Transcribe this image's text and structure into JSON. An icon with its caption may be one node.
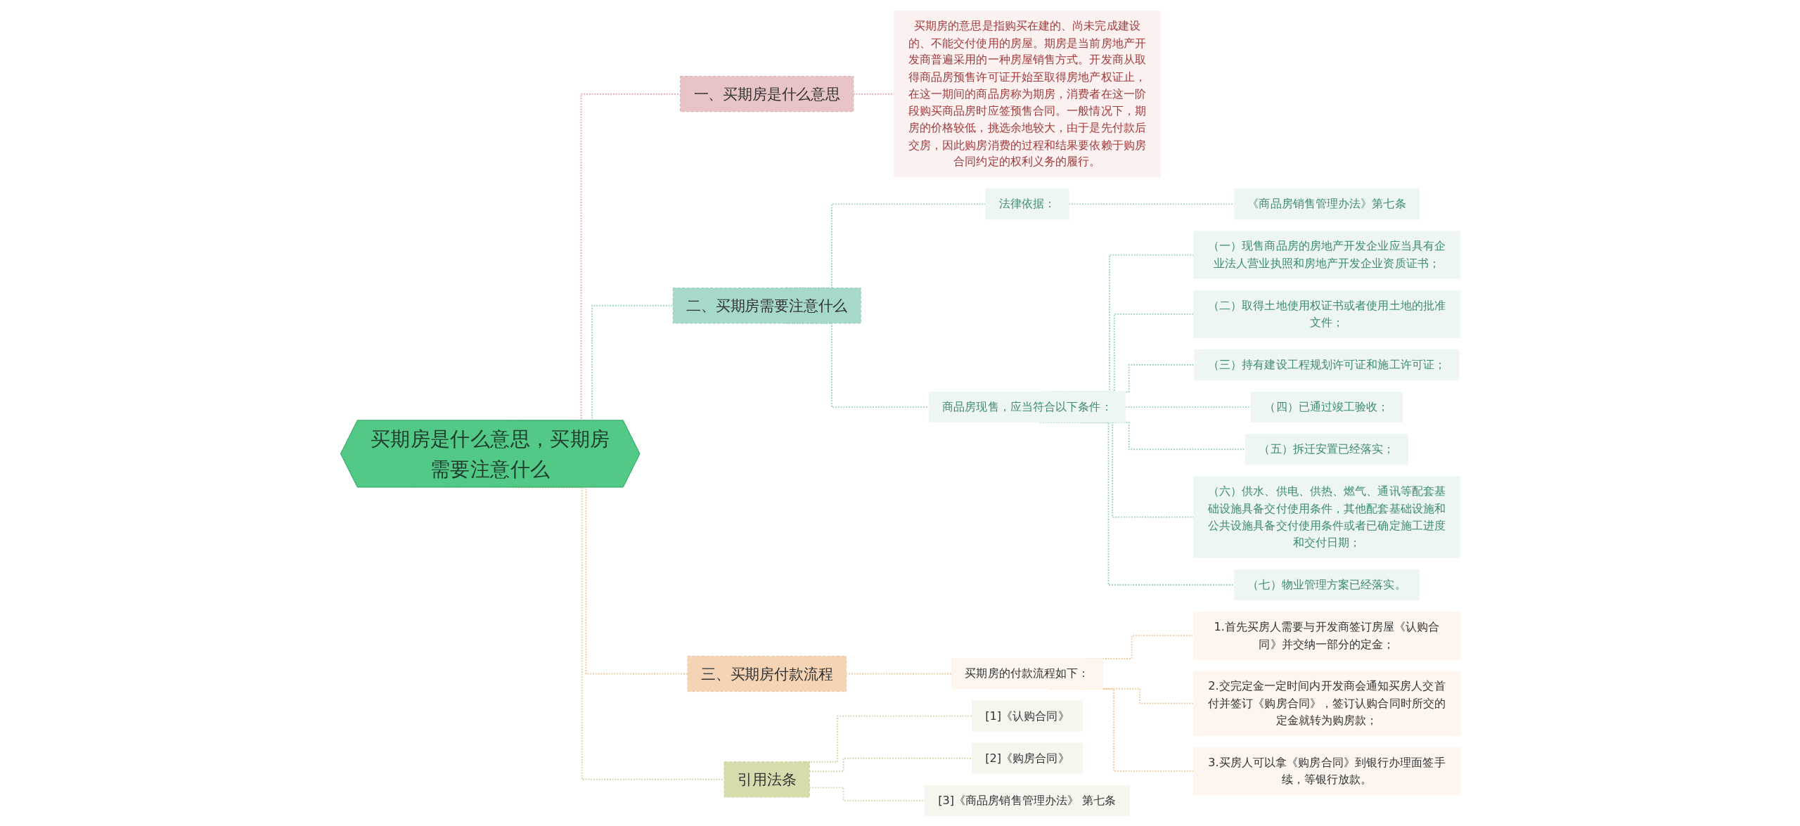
{
  "diagram": {
    "nodes": [
      {
        "text": [
          "买期房是什么意思，买期房需要注意什么"
        ]
      },
      {
        "text": [
          "一、买期房是什么意思"
        ]
      },
      {
        "text": [
          "买期房的意思是指购买在建的、尚未完成建设的、不能交付使用的房屋。期房是当前房地产开发商普遍采用的一种房屋销售方式。开发商从取得商品房预售许可证开始至取得房地产权证止，在这一期间的商品房称为期房，消费者在这一阶段购买商品房时应签预售合同。一般情况下，期房的价格较低，挑选余地较大，由于是先付款后交房，因此购房消费的过程和结果要依赖于购房合同约定的权利义务的履行。"
        ]
      },
      {
        "text": [
          "二、买期房需要注意什么"
        ]
      },
      {
        "text": [
          "法律依据："
        ]
      },
      {
        "text": [
          "《商品房销售管理办法》第七条"
        ]
      },
      {
        "text": [
          "商品房现售，应当符合以下条件："
        ]
      },
      {
        "text": [
          "（一）现售商品房的房地产开发企业应当具有企业法人营业执照和房地产开发企业资质证书；"
        ]
      },
      {
        "text": [
          "（二）取得土地使用权证书或者使用土地的批准文件；"
        ]
      },
      {
        "text": [
          "（三）持有建设工程规划许可证和施工许可证；"
        ]
      },
      {
        "text": [
          "（四）已通过竣工验收；"
        ]
      },
      {
        "text": [
          "（五）拆迁安置已经落实；"
        ]
      },
      {
        "text": [
          "（六）供水、供电、供热、燃气、通讯等配套基础设施具备交付使用条件，其他配套基础设施和公共设施具备交付使用条件或者已确定施工进度和交付日期；"
        ]
      },
      {
        "text": [
          "（七）物业管理方案已经落实。"
        ]
      },
      {
        "text": [
          "三、买期房付款流程"
        ]
      },
      {
        "text": [
          "买期房的付款流程如下："
        ]
      },
      {
        "text": [
          "1.首先买房人需要与开发商签订房屋《认购合同》并交纳一部分的定金；"
        ]
      },
      {
        "text": [
          "2.交完定金一定时间内开发商会通知买房人交首付并签订《购房合同》，签订认购合同时所交的定金就转为购房款；"
        ]
      },
      {
        "text": [
          "3.买房人可以拿《购房合同》到银行办理面签手续，等银行放款。"
        ]
      },
      {
        "text": [
          "引用法条"
        ]
      },
      {
        "text": [
          "[1]《认购合同》"
        ]
      },
      {
        "text": [
          "[2]《购房合同》"
        ]
      },
      {
        "text": [
          "[3]《商品房销售管理办法》 第七条"
        ]
      }
    ],
    "edges": [
      {
        "from": 0,
        "to": 1,
        "arrow": "none",
        "style": "dashed",
        "color": "#e3a9b0"
      },
      {
        "from": 1,
        "to": 2,
        "arrow": "none",
        "style": "dashed",
        "color": "#e3a9b0"
      },
      {
        "from": 0,
        "to": 3,
        "arrow": "none",
        "style": "dashed",
        "color": "#9ccfc4"
      },
      {
        "from": 3,
        "to": 4,
        "arrow": "none",
        "style": "dashed",
        "color": "#9ccfc4"
      },
      {
        "from": 4,
        "to": 5,
        "arrow": "none",
        "style": "dashed",
        "color": "#9ccfc4"
      },
      {
        "from": 3,
        "to": 6,
        "arrow": "none",
        "style": "dashed",
        "color": "#9ccfc4"
      },
      {
        "from": 6,
        "to": 7,
        "arrow": "none",
        "style": "dashed",
        "color": "#9ccfc4"
      },
      {
        "from": 6,
        "to": 8,
        "arrow": "none",
        "style": "dashed",
        "color": "#9ccfc4"
      },
      {
        "from": 6,
        "to": 9,
        "arrow": "none",
        "style": "dashed",
        "color": "#9ccfc4"
      },
      {
        "from": 6,
        "to": 10,
        "arrow": "none",
        "style": "dashed",
        "color": "#9ccfc4"
      },
      {
        "from": 6,
        "to": 11,
        "arrow": "none",
        "style": "dashed",
        "color": "#9ccfc4"
      },
      {
        "from": 6,
        "to": 12,
        "arrow": "none",
        "style": "dashed",
        "color": "#9ccfc4"
      },
      {
        "from": 6,
        "to": 13,
        "arrow": "none",
        "style": "dashed",
        "color": "#9ccfc4"
      },
      {
        "from": 0,
        "to": 14,
        "arrow": "none",
        "style": "dashed",
        "color": "#f0c99f"
      },
      {
        "from": 14,
        "to": 15,
        "arrow": "none",
        "style": "dashed",
        "color": "#f0c99f"
      },
      {
        "from": 15,
        "to": 16,
        "arrow": "none",
        "style": "dashed",
        "color": "#f0c99f"
      },
      {
        "from": 15,
        "to": 17,
        "arrow": "none",
        "style": "dashed",
        "color": "#f0c99f"
      },
      {
        "from": 15,
        "to": 18,
        "arrow": "none",
        "style": "dashed",
        "color": "#f0c99f"
      },
      {
        "from": 0,
        "to": 19,
        "arrow": "none",
        "style": "dashed",
        "color": "#d3d6a8"
      },
      {
        "from": 19,
        "to": 20,
        "arrow": "none",
        "style": "dashed",
        "color": "#d3d6a8"
      },
      {
        "from": 19,
        "to": 21,
        "arrow": "none",
        "style": "dashed",
        "color": "#d3d6a8"
      },
      {
        "from": 19,
        "to": 22,
        "arrow": "none",
        "style": "dashed",
        "color": "#d3d6a8"
      }
    ]
  }
}
